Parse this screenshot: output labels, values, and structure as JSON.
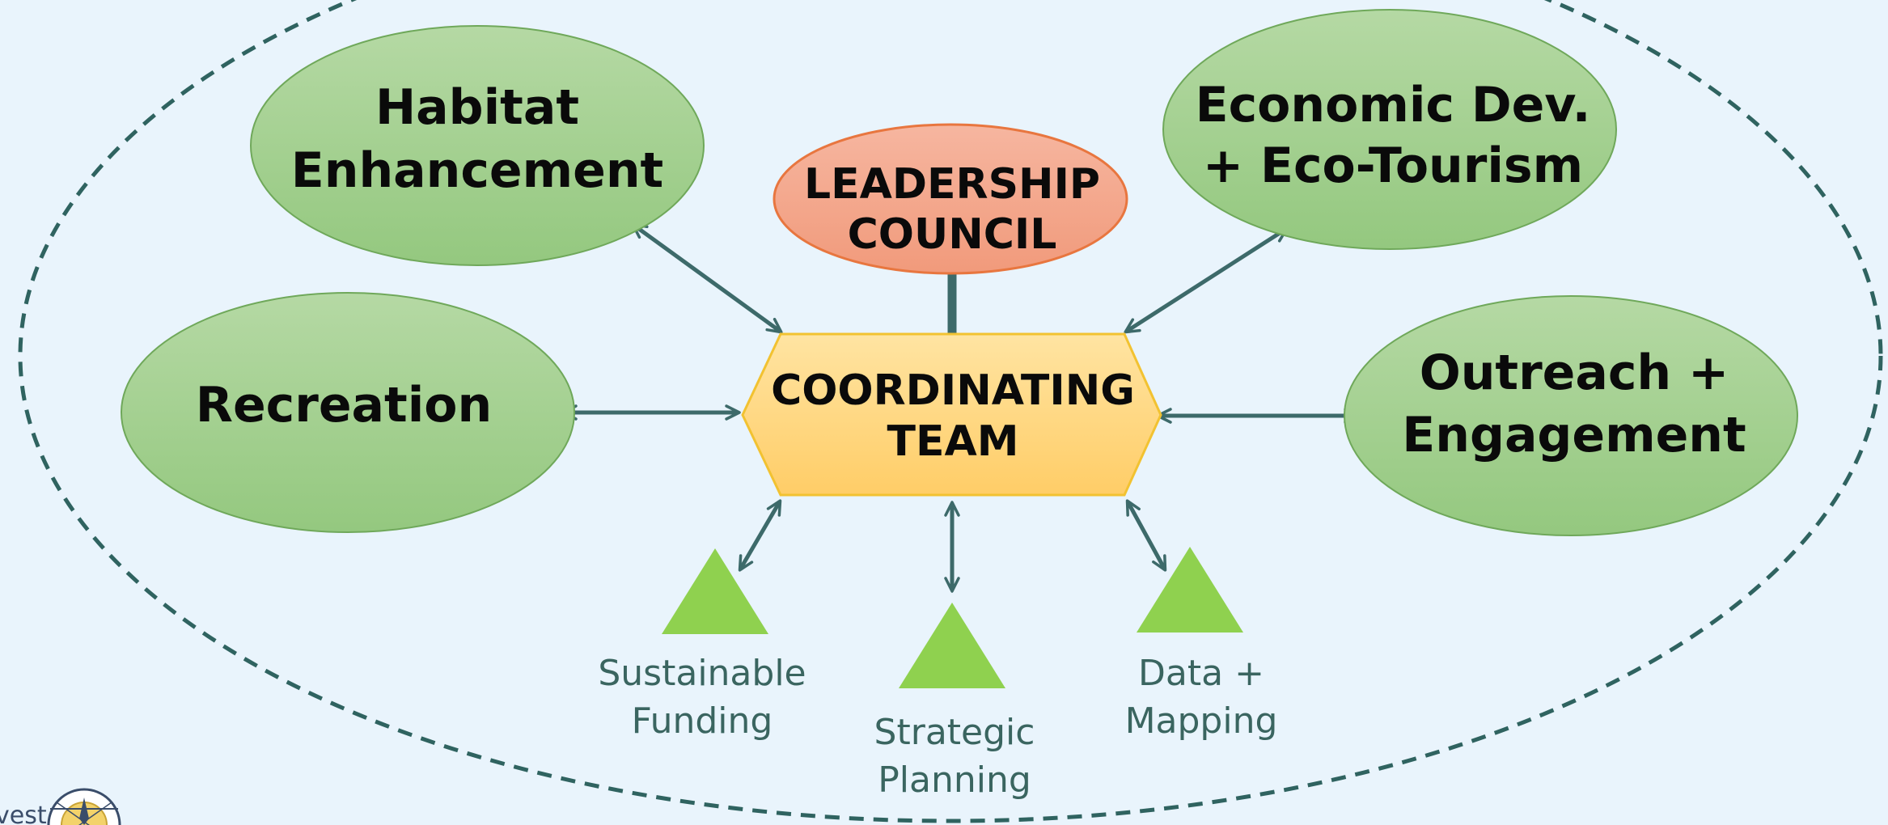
{
  "colors": {
    "background": "#e9f4fc",
    "dashed_boundary": "#2f6360",
    "ellipse_fill_top": "#b5d9a4",
    "ellipse_fill_bottom": "#94c87f",
    "ellipse_stroke": "#6fa85a",
    "leadership_fill_top": "#f6b6a0",
    "leadership_fill_bottom": "#f19a7b",
    "leadership_stroke": "#e8763f",
    "hexagon_fill_top": "#ffe4a2",
    "hexagon_fill_bottom": "#ffcd67",
    "hexagon_stroke": "#f2c231",
    "arrow": "#3d6a6a",
    "triangle": "#8fd14f",
    "triangle_label": "#3a6560"
  },
  "center": {
    "line1": "COORDINATING",
    "line2": "TEAM"
  },
  "leadership": {
    "line1": "LEADERSHIP",
    "line2": "COUNCIL"
  },
  "focus_areas": {
    "habitat": {
      "line1": "Habitat",
      "line2": "Enhancement"
    },
    "recreation": {
      "line1": "Recreation"
    },
    "economic": {
      "line1": "Economic Dev.",
      "line2": "+ Eco-Tourism"
    },
    "outreach": {
      "line1": "Outreach +",
      "line2": "Engagement"
    }
  },
  "support_functions": {
    "funding": {
      "line1": "Sustainable",
      "line2": "Funding"
    },
    "planning": {
      "line1": "Strategic",
      "line2": "Planning"
    },
    "data": {
      "line1": "Data +",
      "line2": "Mapping"
    }
  },
  "logo": {
    "partial_text": "vest",
    "icon": "compass-emblem-icon"
  }
}
